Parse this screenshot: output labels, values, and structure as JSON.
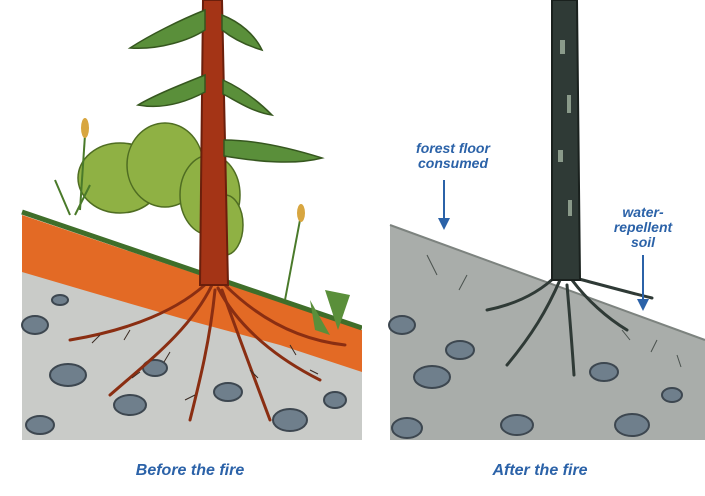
{
  "captions": {
    "before": "Before the fire",
    "after": "After the fire"
  },
  "annotations": {
    "forest_floor": [
      "forest floor",
      "consumed"
    ],
    "water_repellent_soil": [
      "water-",
      "repellent",
      "soil"
    ]
  },
  "colors": {
    "label_blue": "#2b62a8",
    "litter_orange": "#e36a25",
    "trunk_red": "#a43416",
    "soil_gray": "#c9cbc8",
    "burnt_soil": "#a9adaa",
    "charred_trunk": "#2f3a36",
    "foliage_green": "#5a8f3a"
  }
}
